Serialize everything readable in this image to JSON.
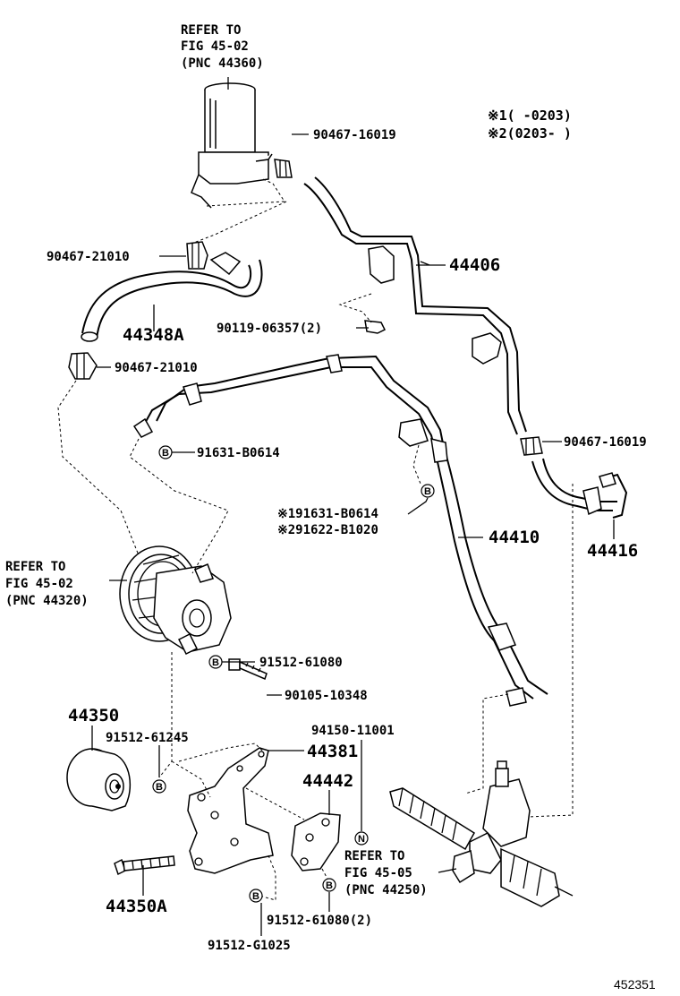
{
  "refs": {
    "reservoir": [
      "REFER TO",
      "FIG 45-02",
      "(PNC 44360)"
    ],
    "pump": [
      "REFER TO",
      "FIG 45-02",
      "(PNC 44320)"
    ],
    "gear": [
      "REFER TO",
      "FIG 45-05",
      "(PNC 44250)"
    ]
  },
  "legend": [
    "※1(     -0203)",
    "※2(0203-      )"
  ],
  "labels": {
    "clamp_a": "90467-16019",
    "clamp_b": "90467-21010",
    "hose_44406": "44406",
    "hose_44348a": "44348A",
    "bolt_90119": "90119-06357(2)",
    "clamp_c": "90467-21010",
    "bolt_91631": "91631-B0614",
    "clamp_d": "90467-16019",
    "alt1": "※191631-B0614",
    "alt2": "※291622-B1020",
    "hose_44410": "44410",
    "tube_44416": "44416",
    "bolt_91512_61080": "91512-61080",
    "bolt_90105": "90105-10348",
    "pulley_44350": "44350",
    "bolt_91512_61245": "91512-61245",
    "bolt_94150": "94150-11001",
    "bracket_44381": "44381",
    "plate_44442": "44442",
    "stud_44350a": "44350A",
    "bolt_91512_61080_2": "91512-61080(2)",
    "bolt_91512_g1025": "91512-G1025"
  },
  "markers": {
    "b": "B",
    "n": "N"
  },
  "figure_id": "452351"
}
